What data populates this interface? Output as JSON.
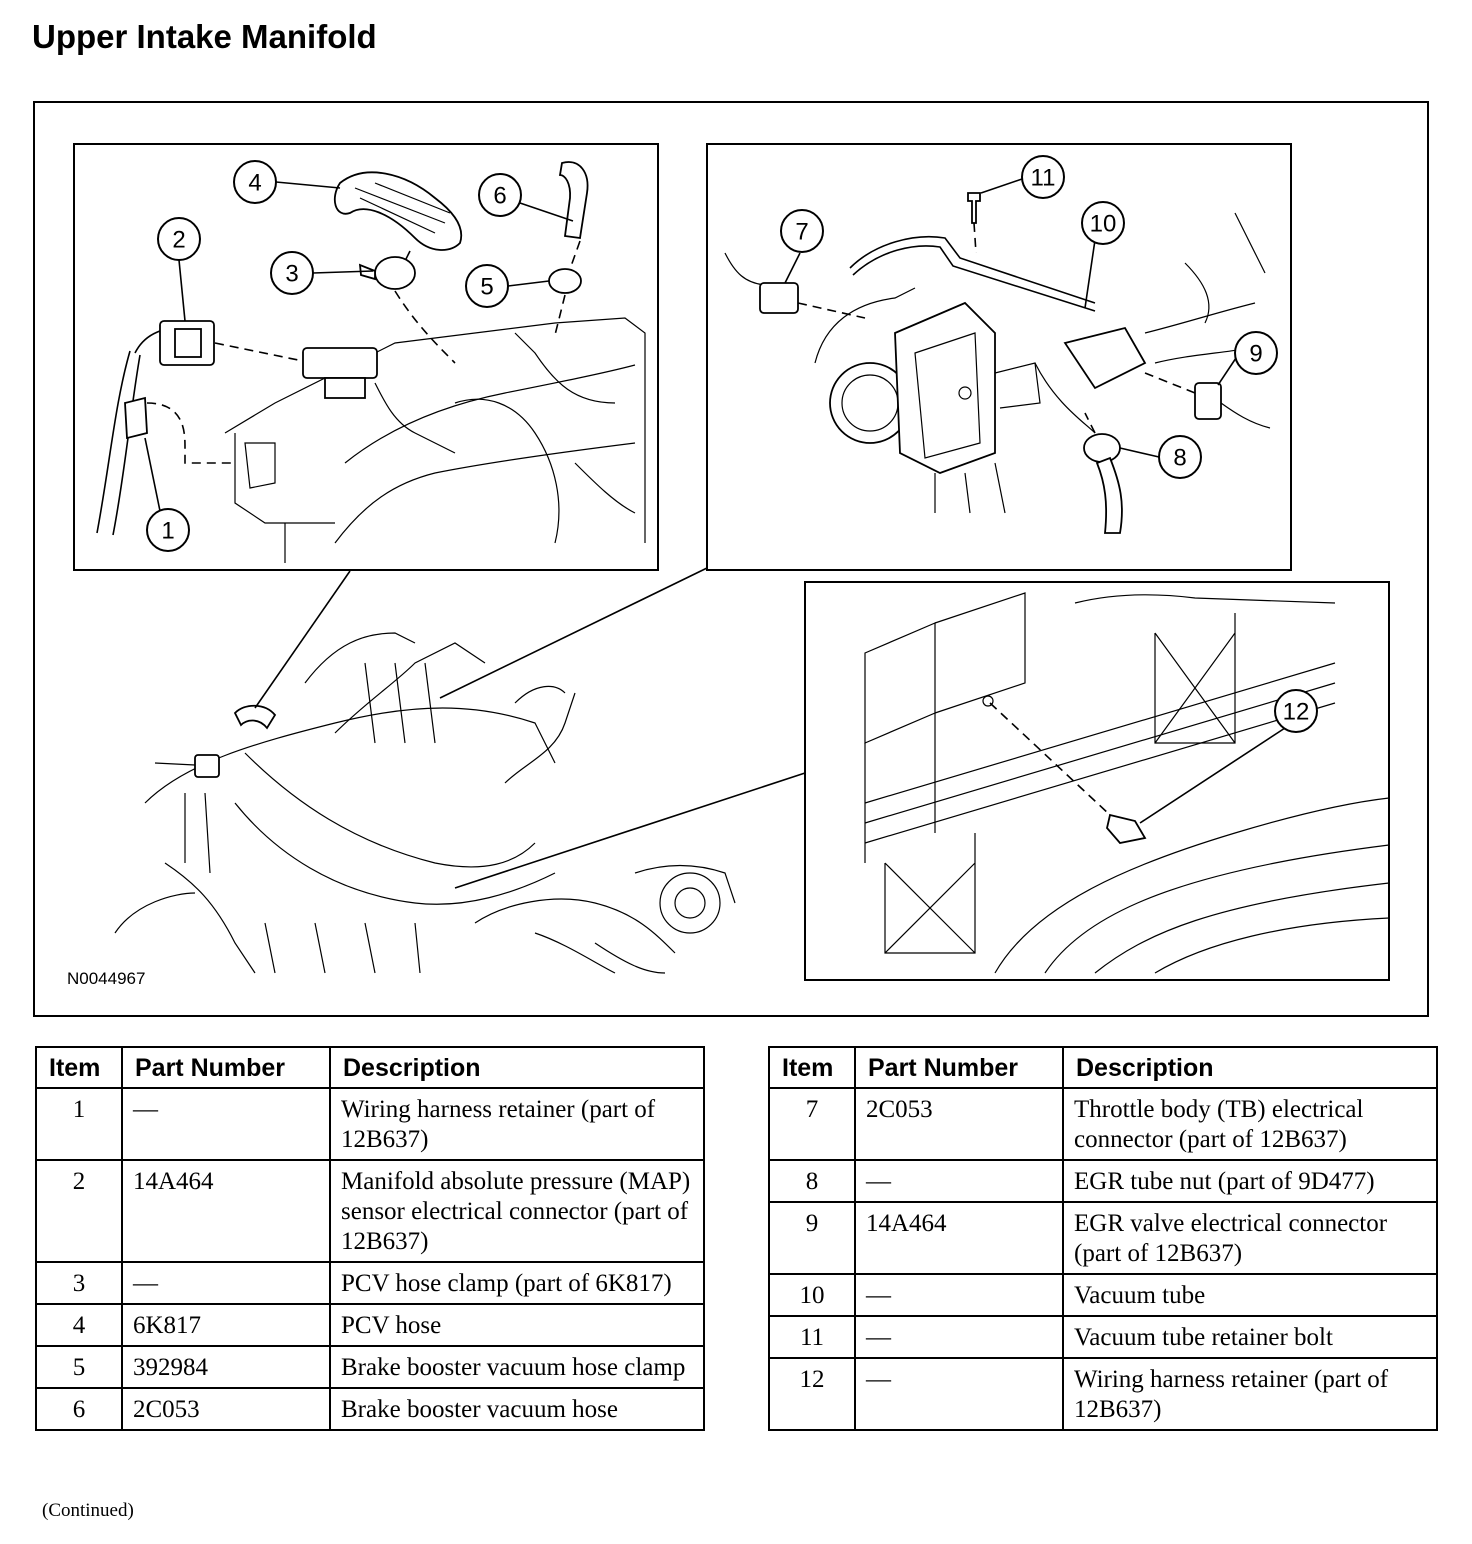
{
  "page": {
    "title": "Upper Intake Manifold",
    "figure_id": "N0044967",
    "continued": "(Continued)"
  },
  "callouts": [
    "1",
    "2",
    "3",
    "4",
    "5",
    "6",
    "7",
    "8",
    "9",
    "10",
    "11",
    "12"
  ],
  "table_headers": {
    "item": "Item",
    "part_number": "Part Number",
    "description": "Description"
  },
  "parts_left": [
    {
      "item": "1",
      "part_number": "—",
      "description": "Wiring harness retainer (part of 12B637)"
    },
    {
      "item": "2",
      "part_number": "14A464",
      "description": "Manifold absolute pressure (MAP) sensor electrical connector (part of 12B637)"
    },
    {
      "item": "3",
      "part_number": "—",
      "description": "PCV hose clamp (part of 6K817)"
    },
    {
      "item": "4",
      "part_number": "6K817",
      "description": "PCV hose"
    },
    {
      "item": "5",
      "part_number": "392984",
      "description": "Brake booster vacuum hose clamp"
    },
    {
      "item": "6",
      "part_number": "2C053",
      "description": "Brake booster vacuum hose"
    }
  ],
  "parts_right": [
    {
      "item": "7",
      "part_number": "2C053",
      "description": "Throttle body (TB) electrical connector (part of 12B637)"
    },
    {
      "item": "8",
      "part_number": "—",
      "description": "EGR tube nut (part of 9D477)"
    },
    {
      "item": "9",
      "part_number": "14A464",
      "description": "EGR valve electrical connector (part of 12B637)"
    },
    {
      "item": "10",
      "part_number": "—",
      "description": "Vacuum tube"
    },
    {
      "item": "11",
      "part_number": "—",
      "description": "Vacuum tube retainer bolt"
    },
    {
      "item": "12",
      "part_number": "—",
      "description": "Wiring harness retainer (part of 12B637)"
    }
  ]
}
